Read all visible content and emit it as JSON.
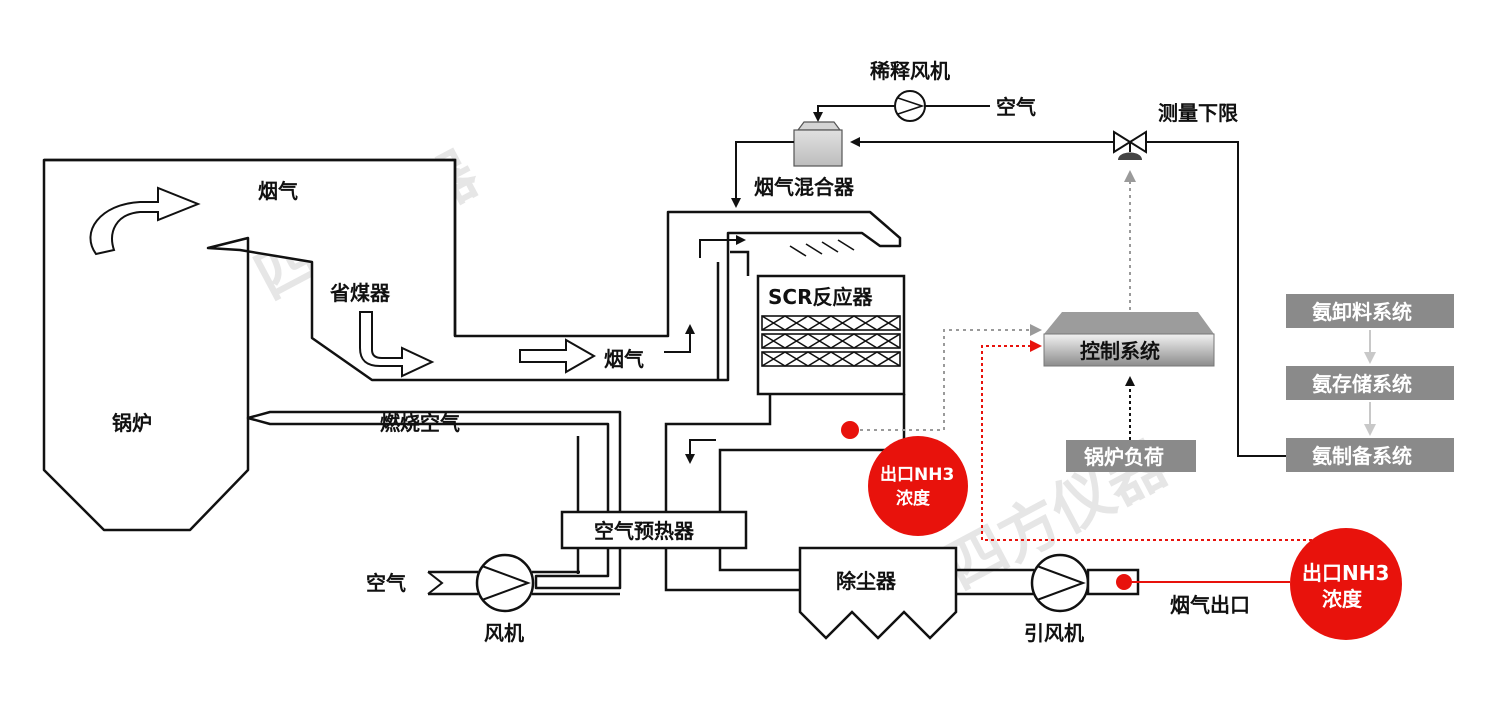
{
  "colors": {
    "line": "#111111",
    "accent_red": "#e8120c",
    "gray_box": "#8a8a8a",
    "dotted_gray": "#9a9a9a",
    "watermark": "#e6e6e6"
  },
  "watermark": {
    "text": "四方仪器"
  },
  "labels": {
    "dilution_fan": "稀释风机",
    "air_top": "空气",
    "measure_lower_limit": "测量下限",
    "flue_gas_mixer": "烟气混合器",
    "flue_gas_1": "烟气",
    "economizer": "省煤器",
    "flue_gas_2": "烟气",
    "scr_reactor": "SCR反应器",
    "control_system": "控制系统",
    "boiler": "锅炉",
    "combustion_air": "燃烧空气",
    "air_preheater": "空气预热器",
    "air_left": "空气",
    "fan": "风机",
    "dust_collector": "除尘器",
    "induced_fan": "引风机",
    "flue_gas_outlet": "烟气出口",
    "boiler_load": "锅炉负荷",
    "ammonia_unloading": "氨卸料系统",
    "ammonia_storage": "氨存储系统",
    "ammonia_preparation": "氨制备系统",
    "nh3_badge_1_line1": "出口NH3",
    "nh3_badge_1_line2": "浓度",
    "nh3_badge_2_line1": "出口NH3",
    "nh3_badge_2_line2": "浓度"
  },
  "icons": {
    "fan": "centrifugal-fan-icon",
    "valve": "control-valve-icon",
    "sensor": "sensor-dot-icon"
  }
}
